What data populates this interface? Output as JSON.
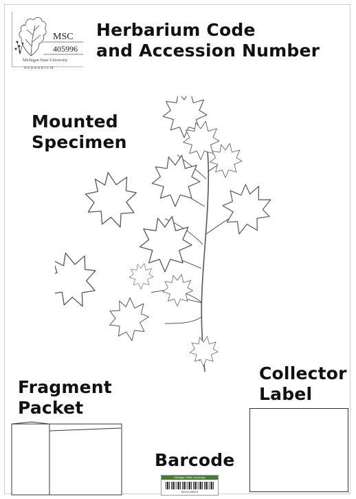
{
  "logo": {
    "code": "MSC",
    "number": "405996",
    "institution": "Michigan State University",
    "herbarium": "H E R B A R I U M"
  },
  "labels": {
    "herbarium_code_line1": "Herbarium Code",
    "herbarium_code_line2": "and Accession Number",
    "mounted_line1": "Mounted",
    "mounted_line2": "Specimen",
    "fragment_line1": "Fragment",
    "fragment_line2": "Packet",
    "collector_line1": "Collector",
    "collector_line2": "Label",
    "barcode": "Barcode"
  },
  "barcode_sticker": {
    "header": "Michigan State University",
    "number": "MSC0136874"
  },
  "colors": {
    "text": "#111111",
    "line": "#333333",
    "barcode_header": "#4a7a3a"
  }
}
